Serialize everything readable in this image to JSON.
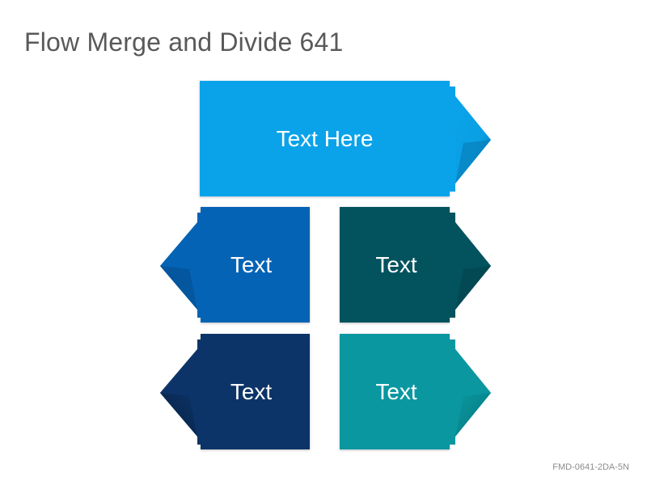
{
  "title": "Flow Merge and Divide 641",
  "footer_code": "FMD-0641-2DA-5N",
  "colors": {
    "top": "#0aa3ea",
    "mid_left": "#0563b5",
    "mid_right": "#03535f",
    "bot_left": "#0c3468",
    "bot_right": "#0a97a0"
  },
  "boxes": {
    "top": "Text Here",
    "mid_left": "Text",
    "mid_right": "Text",
    "bot_left": "Text",
    "bot_right": "Text"
  }
}
